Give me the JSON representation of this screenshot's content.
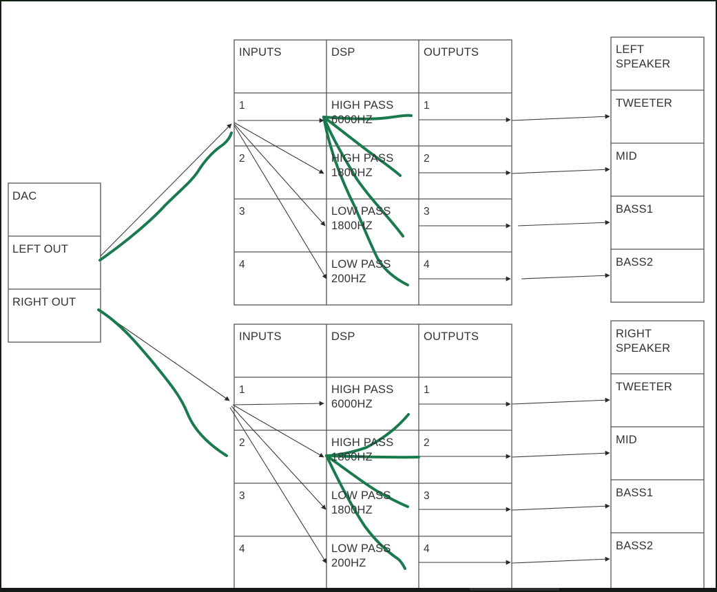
{
  "dac": {
    "title": "DAC",
    "left_out": "LEFT OUT",
    "right_out": "RIGHT OUT"
  },
  "dsp_units": [
    {
      "headers": {
        "inputs": "INPUTS",
        "dsp": "DSP",
        "outputs": "OUTPUTS"
      },
      "rows": [
        {
          "input": "1",
          "filter": "HIGH PASS\n6000HZ",
          "output": "1"
        },
        {
          "input": "2",
          "filter": "HIGH PASS\n1800HZ",
          "output": "2"
        },
        {
          "input": "3",
          "filter": "LOW PASS\n1800HZ",
          "output": "3"
        },
        {
          "input": "4",
          "filter": "LOW PASS\n200HZ",
          "output": "4"
        }
      ]
    },
    {
      "headers": {
        "inputs": "INPUTS",
        "dsp": "DSP",
        "outputs": "OUTPUTS"
      },
      "rows": [
        {
          "input": "1",
          "filter": "HIGH PASS\n6000HZ",
          "output": "1"
        },
        {
          "input": "2",
          "filter": "HIGH PASS\n1800HZ",
          "output": "2"
        },
        {
          "input": "3",
          "filter": "LOW PASS\n1800HZ",
          "output": "3"
        },
        {
          "input": "4",
          "filter": "LOW PASS\n200HZ",
          "output": "4"
        }
      ]
    }
  ],
  "speakers": [
    {
      "title": "LEFT\nSPEAKER",
      "drivers": [
        "TWEETER",
        "MID",
        "BASS1",
        "BASS2"
      ]
    },
    {
      "title": "RIGHT\nSPEAKER",
      "drivers": [
        "TWEETER",
        "MID",
        "BASS1",
        "BASS2"
      ]
    }
  ],
  "colors": {
    "line": "#3a3a3a",
    "annotation": "#1b7a4d",
    "frame": "#0f1f12"
  }
}
